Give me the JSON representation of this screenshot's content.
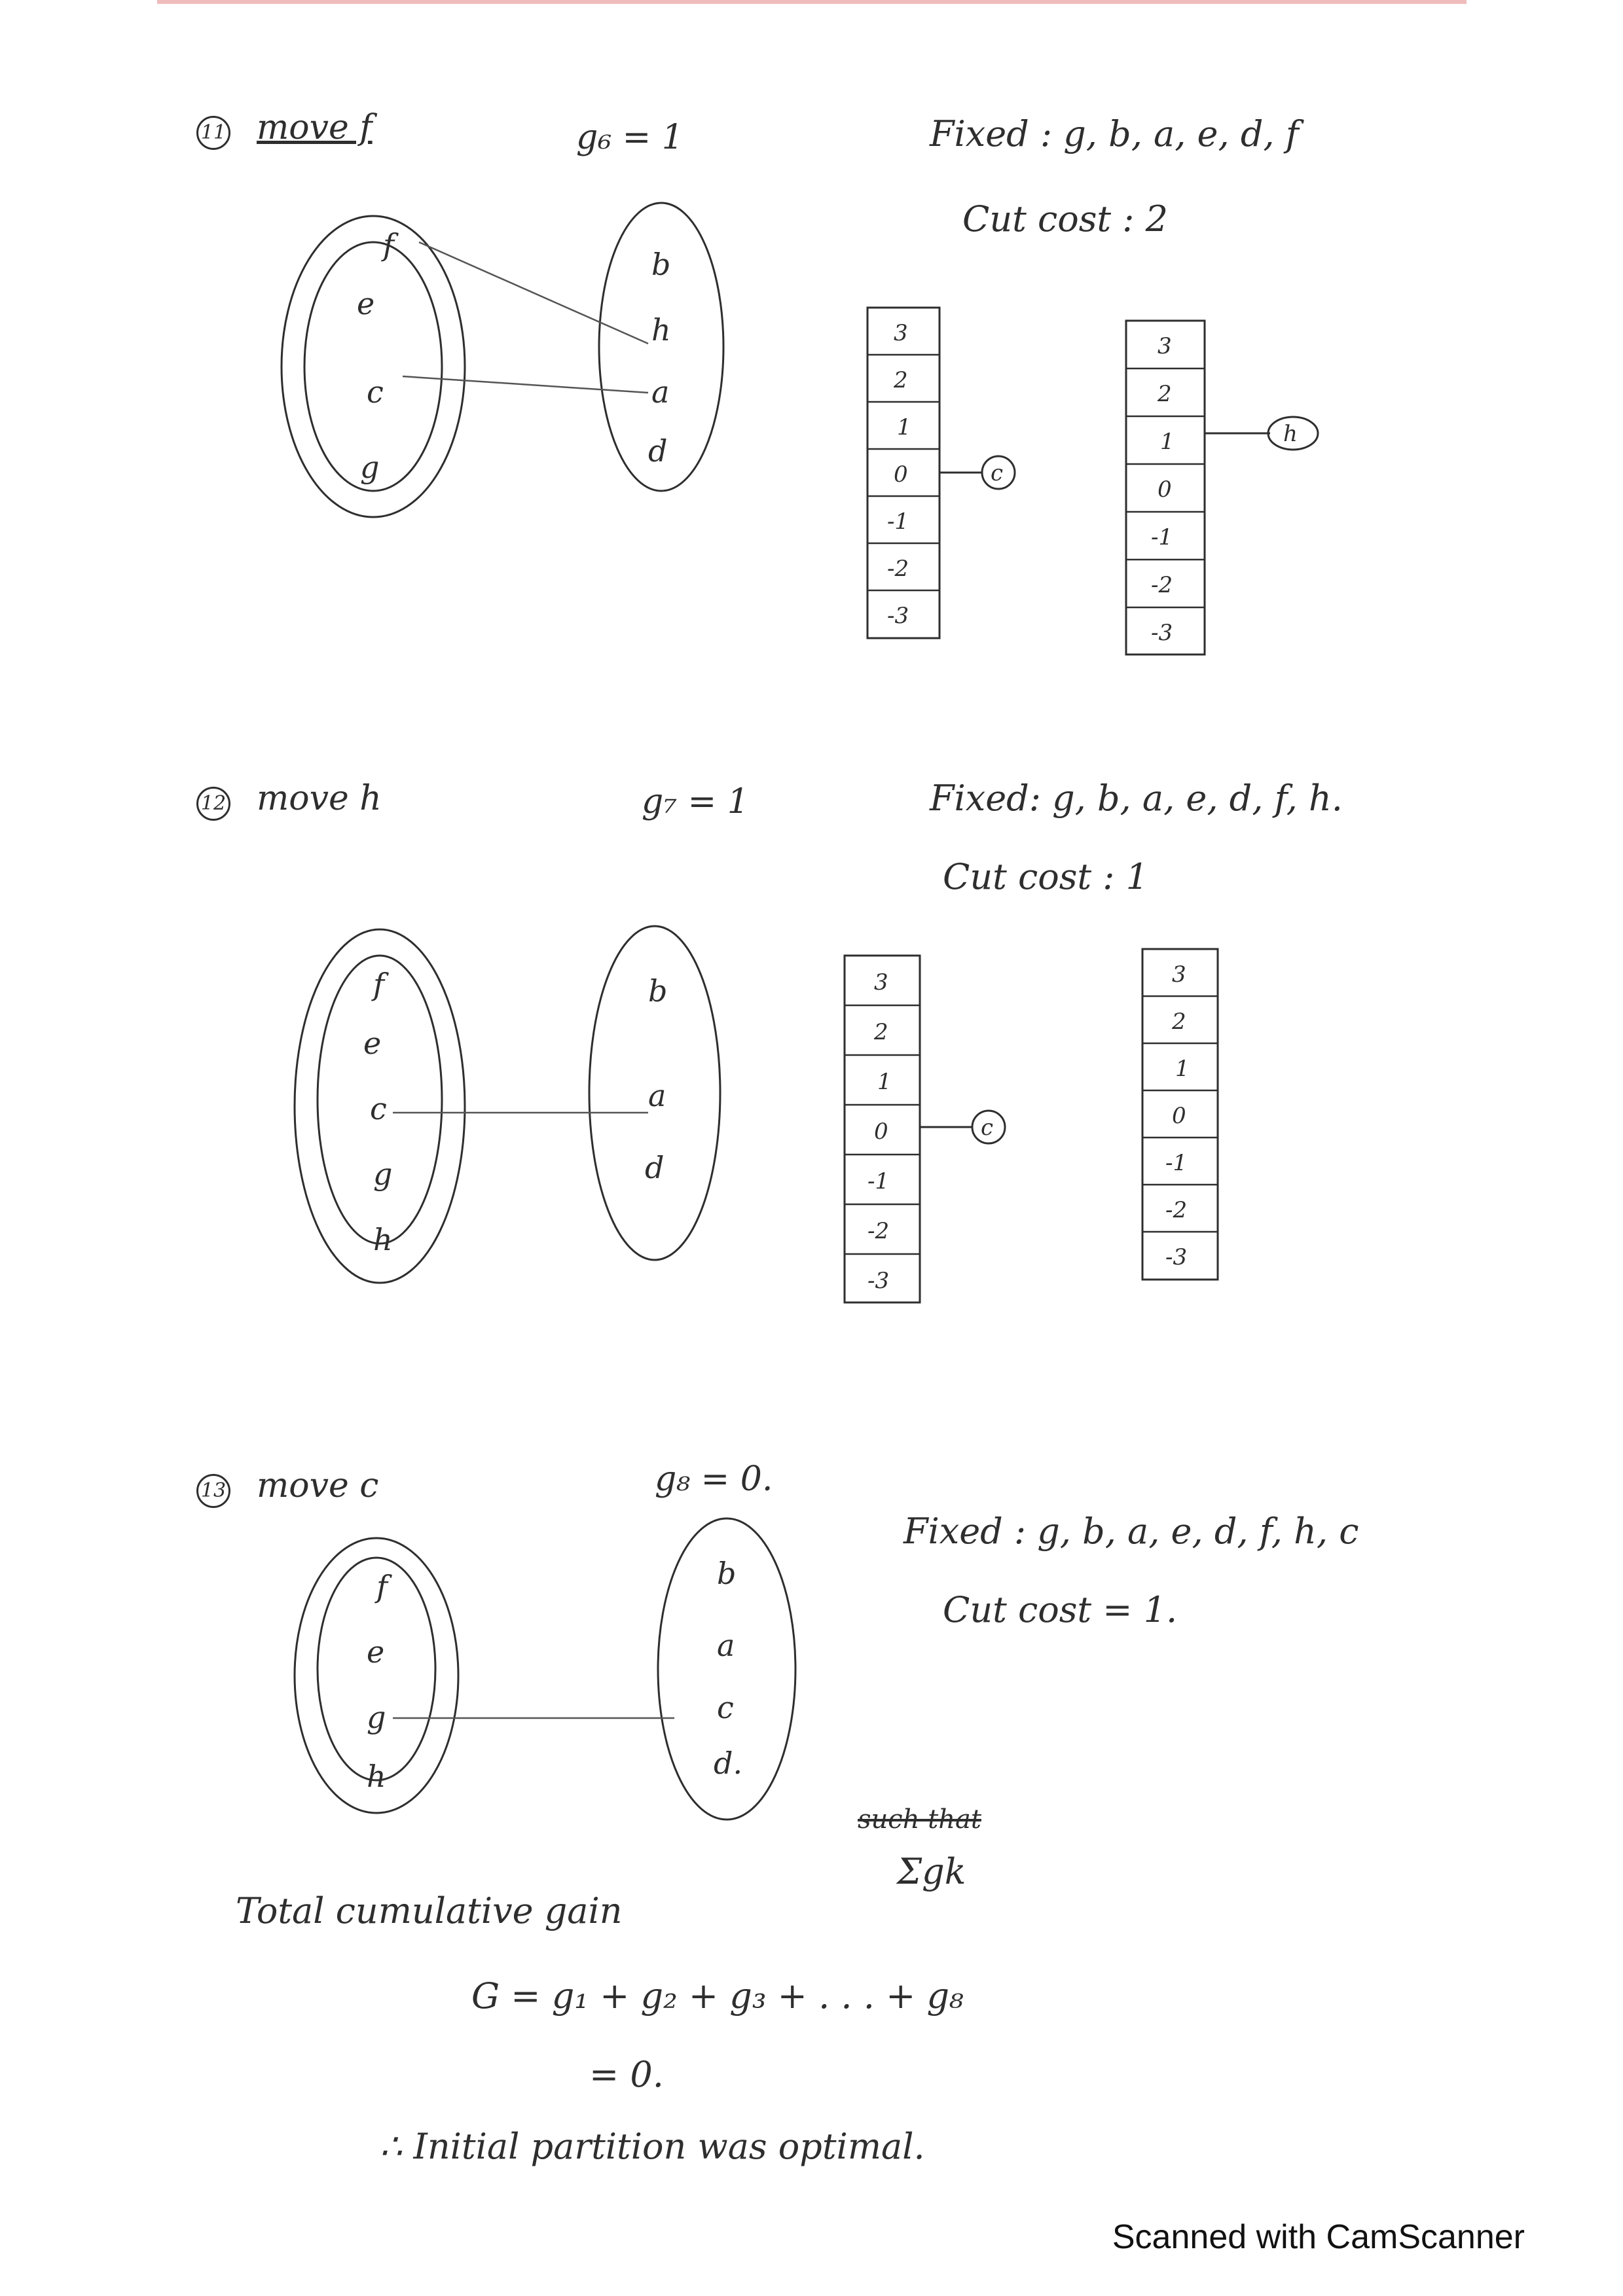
{
  "steps": [
    {
      "num": "11",
      "move": "move f",
      "gain": "g₆ = 1",
      "fixed": "Fixed : g, b, a, e, d, f",
      "cut_cost": "Cut cost : 2",
      "left_nodes": [
        "f",
        "e",
        "c",
        "g"
      ],
      "right_nodes": [
        "b",
        "h",
        "a",
        "d"
      ],
      "bucket_labels": [
        "3",
        "2",
        "1",
        "0",
        "-1",
        "-2",
        "-3"
      ],
      "bucket_left_node": "c",
      "bucket_right_node": "h"
    },
    {
      "num": "12",
      "move": "move h",
      "gain": "g₇ = 1",
      "fixed": "Fixed: g, b, a, e, d, f, h.",
      "cut_cost": "Cut cost : 1",
      "left_nodes": [
        "f",
        "e",
        "c",
        "g",
        "h"
      ],
      "right_nodes": [
        "b",
        "a",
        "d"
      ],
      "bucket_labels": [
        "3",
        "2",
        "1",
        "0",
        "-1",
        "-2",
        "-3"
      ],
      "bucket_left_node": "c"
    },
    {
      "num": "13",
      "move": "move c",
      "gain": "g₈ = 0.",
      "fixed": "Fixed : g, b, a, e, d, f, h, c",
      "cut_cost": "Cut cost = 1.",
      "left_nodes": [
        "f",
        "e",
        "g",
        "h"
      ],
      "right_nodes": [
        "b",
        "a",
        "c",
        "d."
      ]
    }
  ],
  "summary": {
    "line1": "Total cumulative gain",
    "such_that": "such that",
    "sum": "Σgk",
    "line2": "G = g₁ + g₂ + g₃ + . . . + g₈",
    "line3": "= 0.",
    "line4": "∴ Initial partition was optimal."
  },
  "footer": "Scanned with CamScanner"
}
